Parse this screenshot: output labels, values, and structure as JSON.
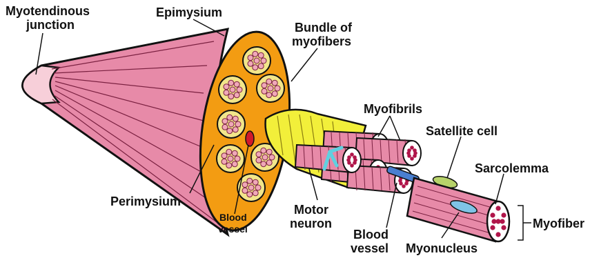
{
  "labels": {
    "myotendinous_1": "Myotendinous",
    "myotendinous_2": "junction",
    "epimysium": "Epimysium",
    "bundle_1": "Bundle of",
    "bundle_2": "myofibers",
    "myofibrils": "Myofibrils",
    "satellite_cell": "Satellite cell",
    "sarcolemma": "Sarcolemma",
    "myofiber": "Myofiber",
    "perimysium": "Perimysium",
    "blood_vessel_small_1": "Blood",
    "blood_vessel_small_2": "vessel",
    "motor_neuron_1": "Motor",
    "motor_neuron_2": "neuron",
    "blood_vessel_large_1": "Blood",
    "blood_vessel_large_2": "vessel",
    "myonucleus": "Myonucleus"
  },
  "colors": {
    "muscle_pink": "#e78aa8",
    "tendon_pink": "#f7cfd9",
    "epimysium_orange": "#f39c12",
    "bundle_fill": "#f2e68a",
    "myofibril_red": "#b0154a",
    "neuron_yellow": "#f2ef3a",
    "vessel_blue": "#4a7fd0",
    "satellite_green": "#b7d36a",
    "nucleus_blue": "#7fc3e6",
    "outline": "#111111"
  }
}
